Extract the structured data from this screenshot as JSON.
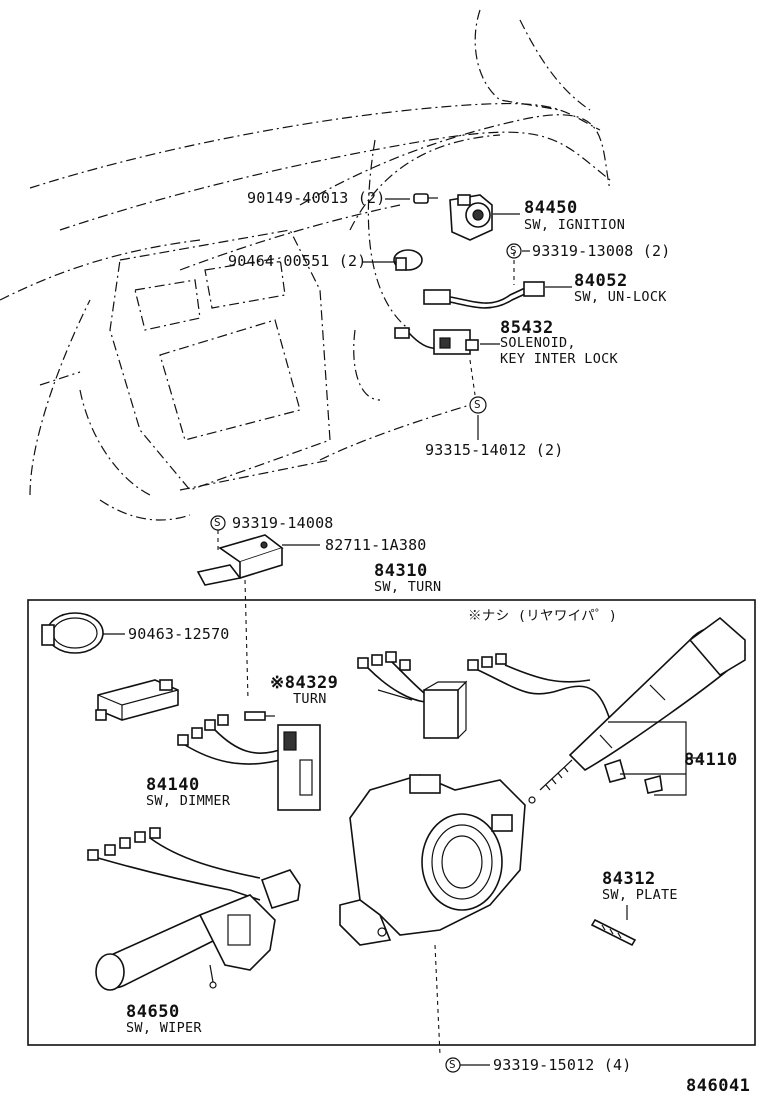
{
  "diagram": {
    "labels": [
      {
        "id": "p1",
        "text": "90149-40013 (2)"
      },
      {
        "id": "p2",
        "text": "84450"
      },
      {
        "id": "p2d",
        "text": "SW, IGNITION"
      },
      {
        "id": "p3",
        "text": "90464-00551 (2)"
      },
      {
        "id": "p4",
        "text": "93319-13008 (2)"
      },
      {
        "id": "p5",
        "text": "84052"
      },
      {
        "id": "p5d",
        "text": "SW, UN-LOCK"
      },
      {
        "id": "p6",
        "text": "85432"
      },
      {
        "id": "p6d",
        "text": "SOLENOID,"
      },
      {
        "id": "p6e",
        "text": "KEY INTER LOCK"
      },
      {
        "id": "p7",
        "text": "93315-14012 (2)"
      },
      {
        "id": "p8",
        "text": "93319-14008"
      },
      {
        "id": "p9",
        "text": "82711-1A380"
      },
      {
        "id": "p10",
        "text": "84310"
      },
      {
        "id": "p10d",
        "text": "SW, TURN"
      },
      {
        "id": "p11",
        "text": "※ナシ (リヤワイパ゜)"
      },
      {
        "id": "p12",
        "text": "90463-12570"
      },
      {
        "id": "p13",
        "text": "※84329"
      },
      {
        "id": "p13d",
        "text": "TURN"
      },
      {
        "id": "p14",
        "text": "84110"
      },
      {
        "id": "p15",
        "text": "84140"
      },
      {
        "id": "p15d",
        "text": "SW, DIMMER"
      },
      {
        "id": "p16",
        "text": "84312"
      },
      {
        "id": "p16d",
        "text": "SW, PLATE"
      },
      {
        "id": "p17",
        "text": "84650"
      },
      {
        "id": "p17d",
        "text": "SW, WIPER"
      },
      {
        "id": "p18",
        "text": "93319-15012 (4)"
      }
    ],
    "screw_marker": "S",
    "figure_number": "846041"
  }
}
